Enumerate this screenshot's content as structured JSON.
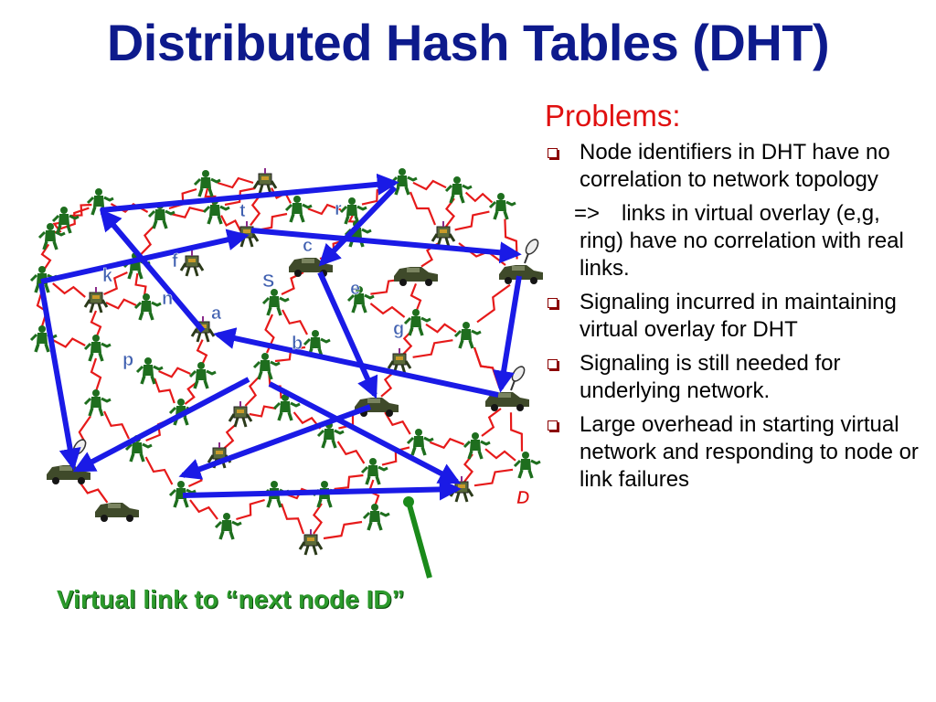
{
  "title": "Distributed Hash Tables (DHT)",
  "problems": {
    "heading": "Problems:",
    "bullets": [
      "Node identifiers in DHT have no correlation to network topology",
      "Signaling incurred in maintaining virtual overlay for DHT",
      "Signaling is still needed for underlying network.",
      "Large overhead in starting virtual network and responding to node or link failures"
    ],
    "sub_arrow": "=>",
    "sub_text": "links in virtual overlay (e,g, ring) have no correlation with real links."
  },
  "caption": "Virtual link to “next node ID”",
  "node_labels": [
    "t",
    "r",
    "c",
    "f",
    "k",
    "S",
    "e",
    "n",
    "a",
    "g",
    "b",
    "p",
    "D"
  ],
  "colors": {
    "title": "#0d1a8c",
    "heading": "#e01010",
    "virtual_link": "#1a1ae6",
    "physical_link": "#e61a1a",
    "caption": "#2c9a2c",
    "soldier": "#1e6e1e"
  },
  "icons": [
    "soldier-icon",
    "vehicle-icon",
    "satellite-dish-icon",
    "robot-icon",
    "square-bullet-icon"
  ]
}
